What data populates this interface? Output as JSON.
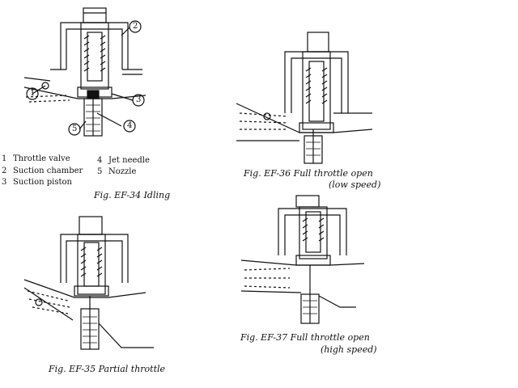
{
  "figures": [
    {
      "id": "EF-34",
      "caption": "Fig. EF-34  Idling"
    },
    {
      "id": "EF-35",
      "caption": "Fig. EF-35  Partial throttle"
    },
    {
      "id": "EF-36",
      "caption_line1": "Fig. EF-36  Full throttle open",
      "caption_line2": "(low speed)"
    },
    {
      "id": "EF-37",
      "caption_line1": "Fig. EF-37  Full throttle open",
      "caption_line2": "(high speed)"
    }
  ],
  "callouts": [
    "1",
    "2",
    "3",
    "4",
    "5"
  ],
  "legend": [
    {
      "num": "1",
      "label": "Throttle valve"
    },
    {
      "num": "2",
      "label": "Suction chamber"
    },
    {
      "num": "3",
      "label": "Suction piston"
    },
    {
      "num": "4",
      "label": "Jet needle"
    },
    {
      "num": "5",
      "label": "Nozzle"
    }
  ]
}
